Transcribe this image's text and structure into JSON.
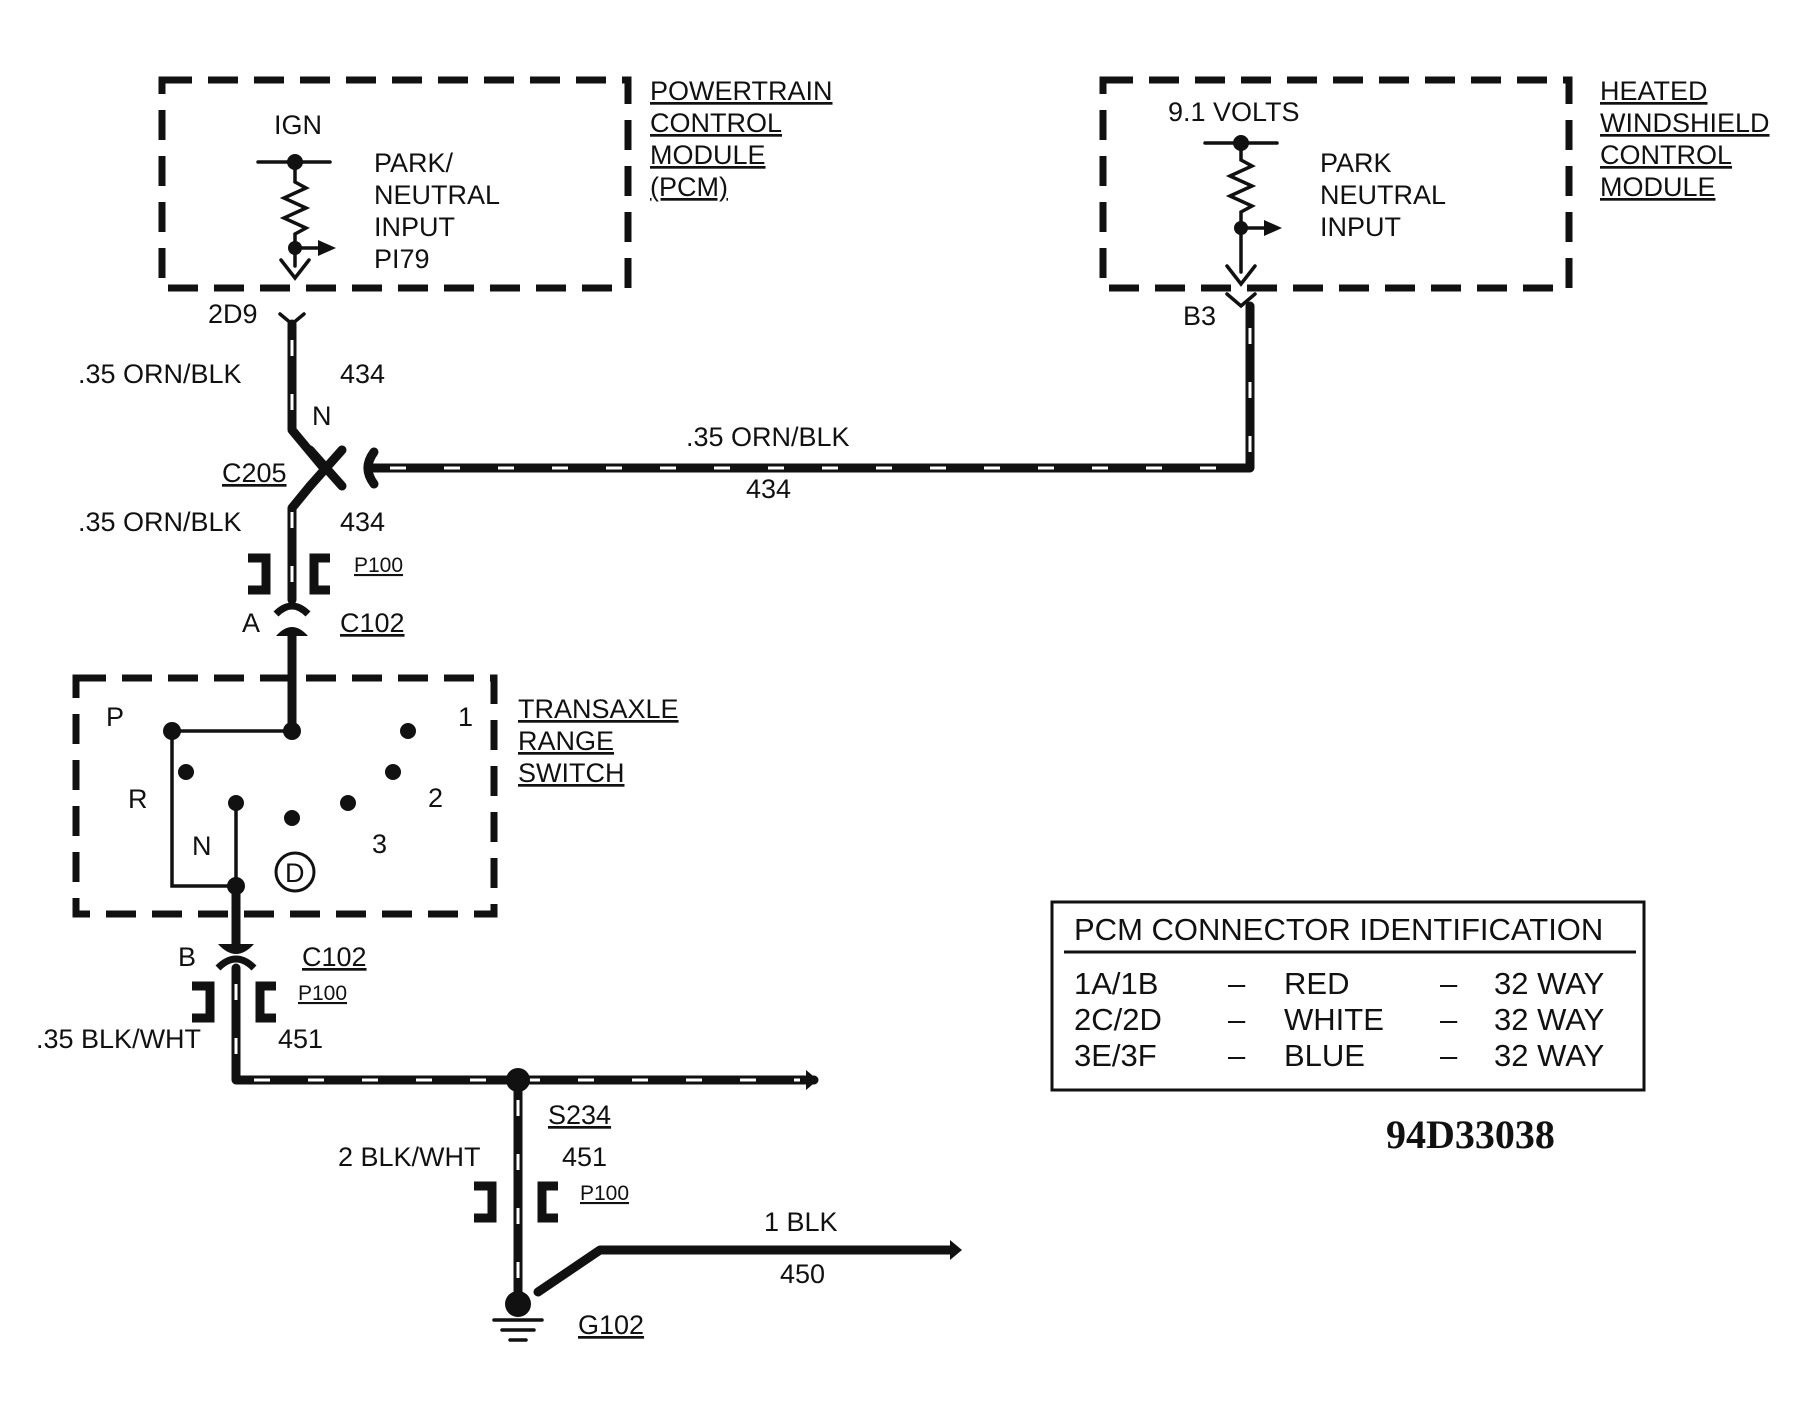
{
  "modules": {
    "pcm": {
      "title": [
        "POWERTRAIN",
        "CONTROL",
        "MODULE",
        "(PCM)"
      ],
      "supply": "IGN",
      "input": [
        "PARK/",
        "NEUTRAL",
        "INPUT",
        "PI79"
      ],
      "pin": "2D9"
    },
    "hwcm": {
      "title": [
        "HEATED",
        "WINDSHIELD",
        "CONTROL",
        "MODULE"
      ],
      "supply": "9.1 VOLTS",
      "input": [
        "PARK",
        "NEUTRAL",
        "INPUT"
      ],
      "pin": "B3"
    },
    "trs": {
      "title": [
        "TRANSAXLE",
        "RANGE",
        "SWITCH"
      ],
      "positions": {
        "p": "P",
        "r": "R",
        "n": "N",
        "d": "D",
        "three": "3",
        "two": "2",
        "one": "1"
      }
    }
  },
  "wires": {
    "w434_upper": {
      "gauge": ".35 ORN/BLK",
      "circuit": "434"
    },
    "w434_horizontal": {
      "gauge": ".35 ORN/BLK",
      "circuit": "434"
    },
    "w434_lower": {
      "gauge": ".35 ORN/BLK",
      "circuit": "434"
    },
    "w451_upper": {
      "gauge": ".35 BLK/WHT",
      "circuit": "451"
    },
    "w451_lower": {
      "gauge": "2 BLK/WHT",
      "circuit": "451"
    },
    "w450": {
      "gauge": "1 BLK",
      "circuit": "450"
    }
  },
  "connectors": {
    "c205": "C205",
    "c205_splice_mark": "N",
    "c102_top": {
      "name": "C102",
      "pin": "A"
    },
    "c102_bottom": {
      "name": "C102",
      "pin": "B"
    },
    "p100": "P100",
    "s234": "S234",
    "g102": "G102"
  },
  "legend": {
    "title": "PCM CONNECTOR IDENTIFICATION",
    "rows": [
      {
        "id": "1A/1B",
        "color": "RED",
        "size": "32 WAY"
      },
      {
        "id": "2C/2D",
        "color": "WHITE",
        "size": "32 WAY"
      },
      {
        "id": "3E/3F",
        "color": "BLUE",
        "size": "32 WAY"
      }
    ],
    "dash": "–"
  },
  "doc_number": "94D33038"
}
